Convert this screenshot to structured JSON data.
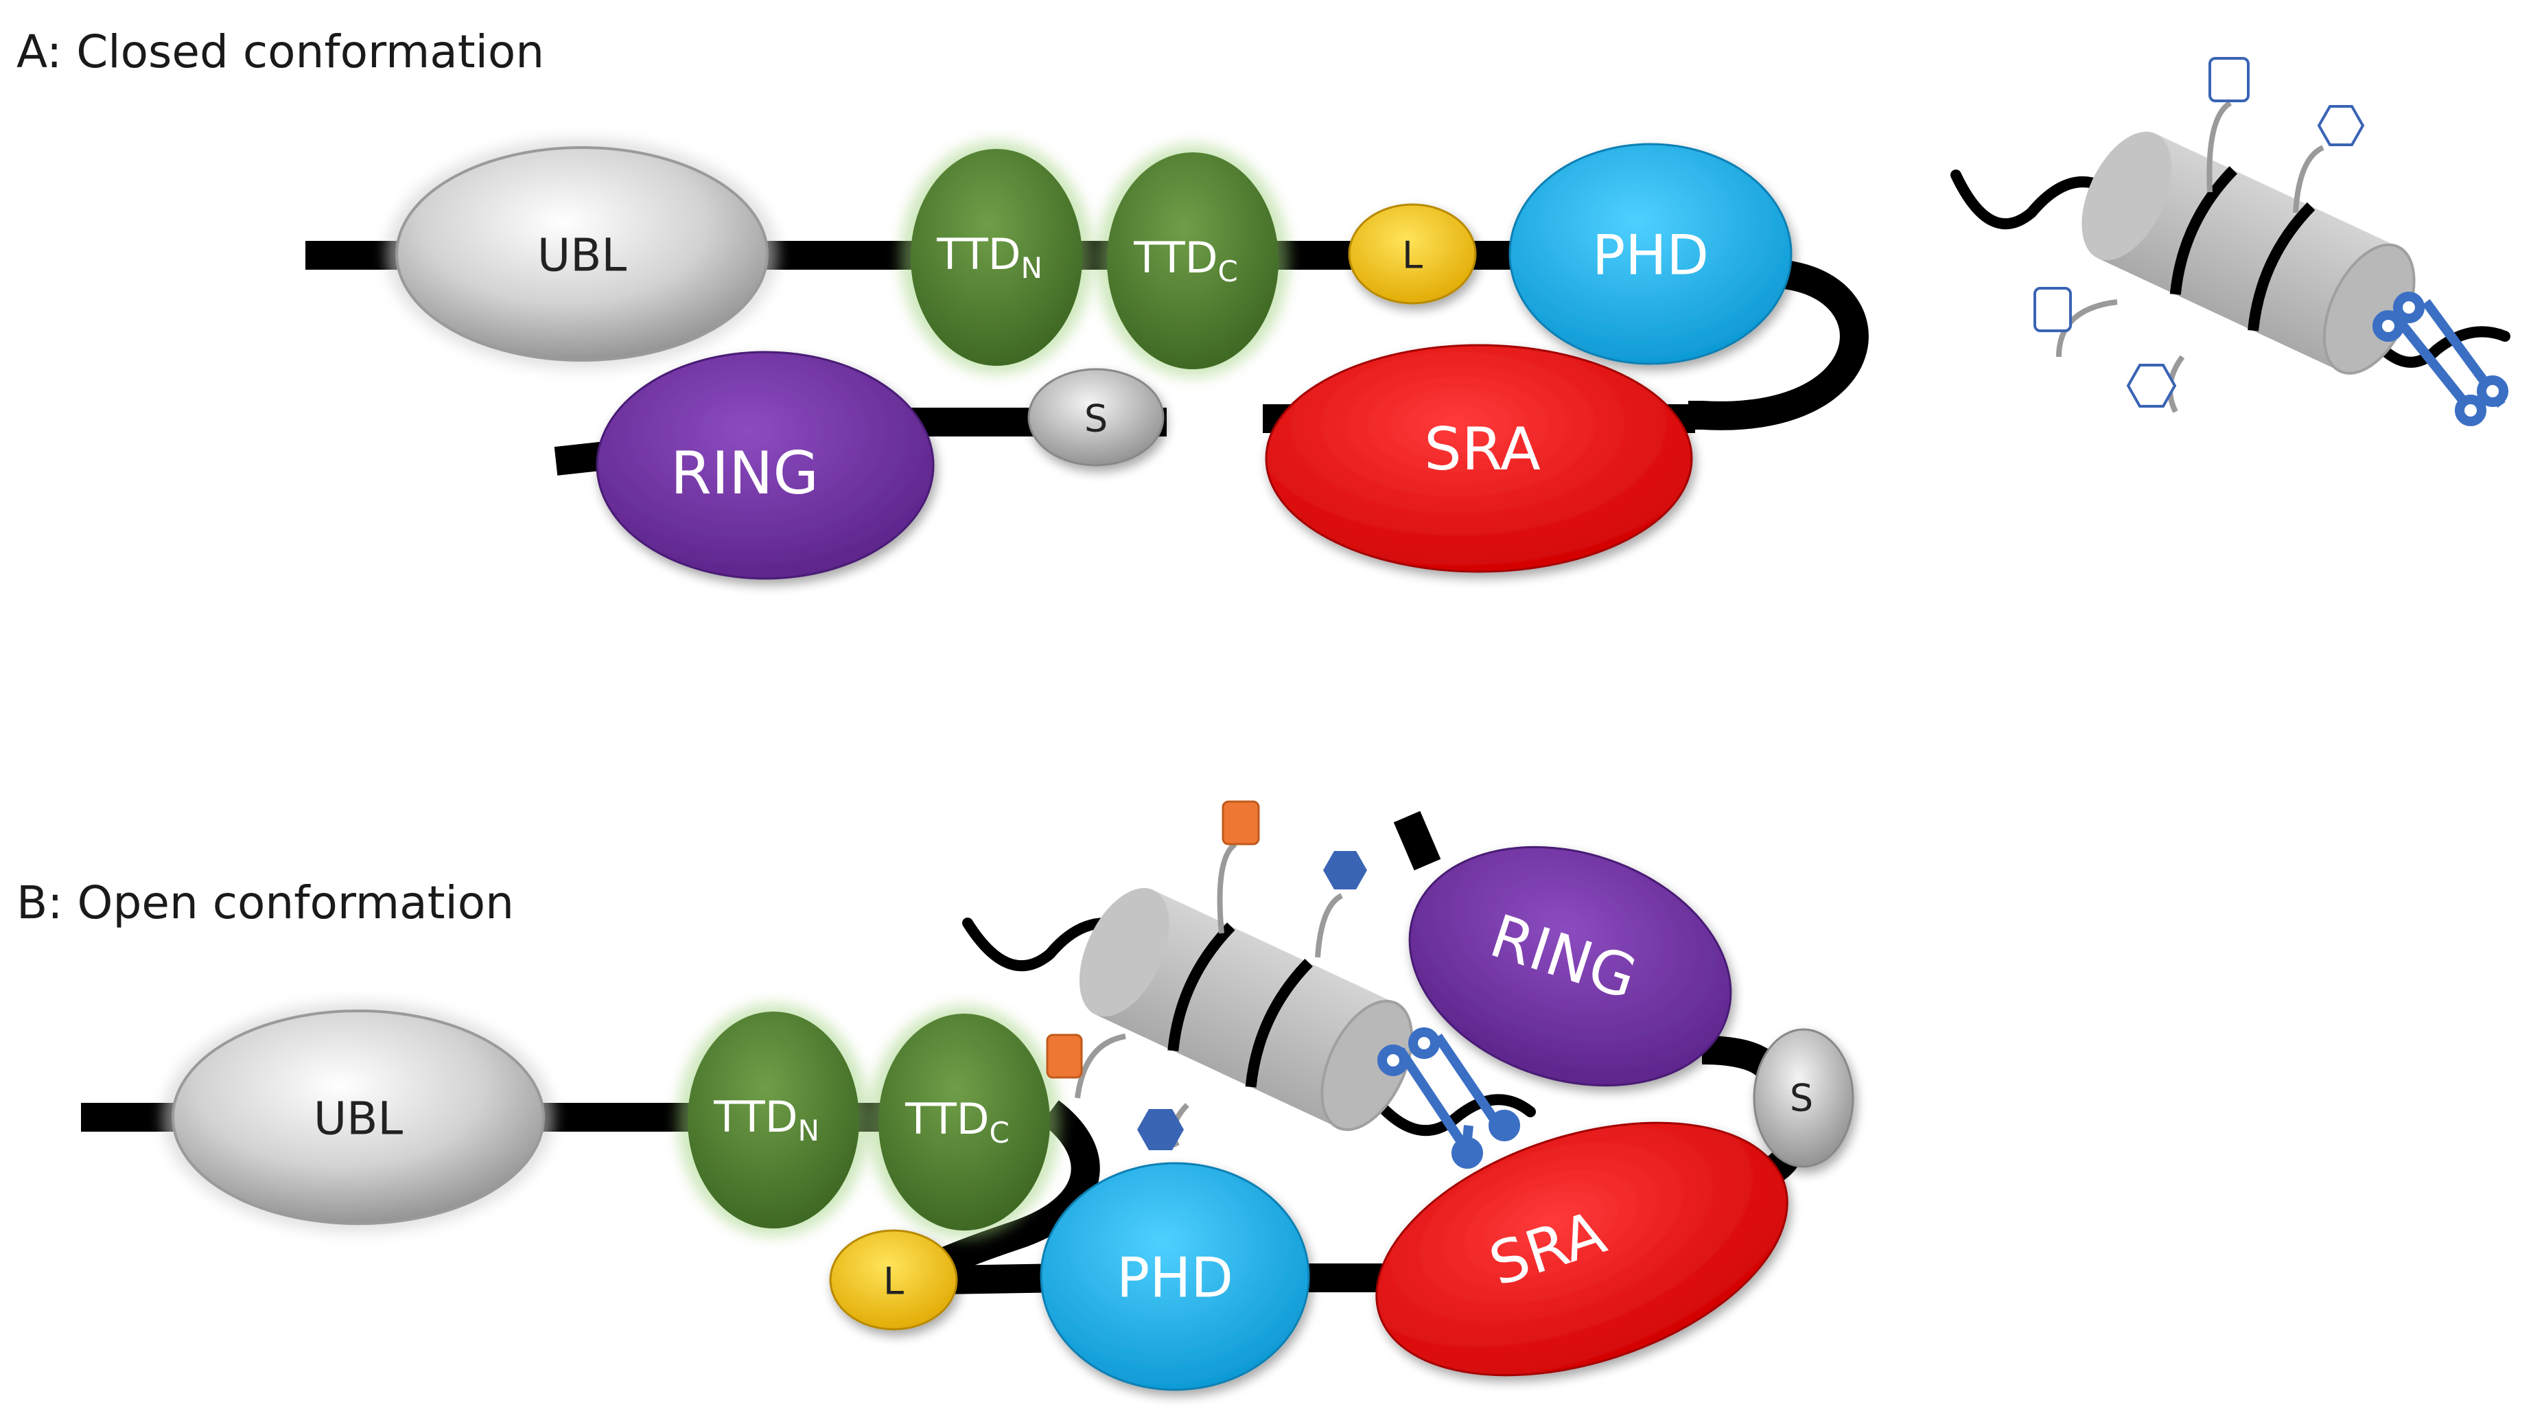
{
  "panels": {
    "closed": {
      "title": "A: Closed conformation"
    },
    "open": {
      "title": "B: Open conformation"
    }
  },
  "domains": {
    "ubl": "UBL",
    "ttd_main": "TTD",
    "ttd_n_sub": "N",
    "ttd_c_sub": "C",
    "linker": "L",
    "phd": "PHD",
    "ring": "RING",
    "spacer": "S",
    "sra": "SRA"
  },
  "colors": {
    "ubl": "#c8c8c8",
    "ttd": "#4a7a2c",
    "linker": "#f2c200",
    "phd": "#1eb4ec",
    "ring": "#7030a0",
    "spacer": "#b8b8b8",
    "sra": "#ee1111",
    "modification_empty": "#3a64b4",
    "methyl_mark": "#ee7733",
    "acetyl_mark": "#3a64b4",
    "dna_methyl": "#3a6fc4"
  },
  "icons": {
    "nucleosome": "nucleosome-icon",
    "histone_mark_square": "square-mark-icon",
    "histone_mark_hexagon": "hexagon-mark-icon",
    "methyl_cpg": "methyl-cpg-icon"
  }
}
